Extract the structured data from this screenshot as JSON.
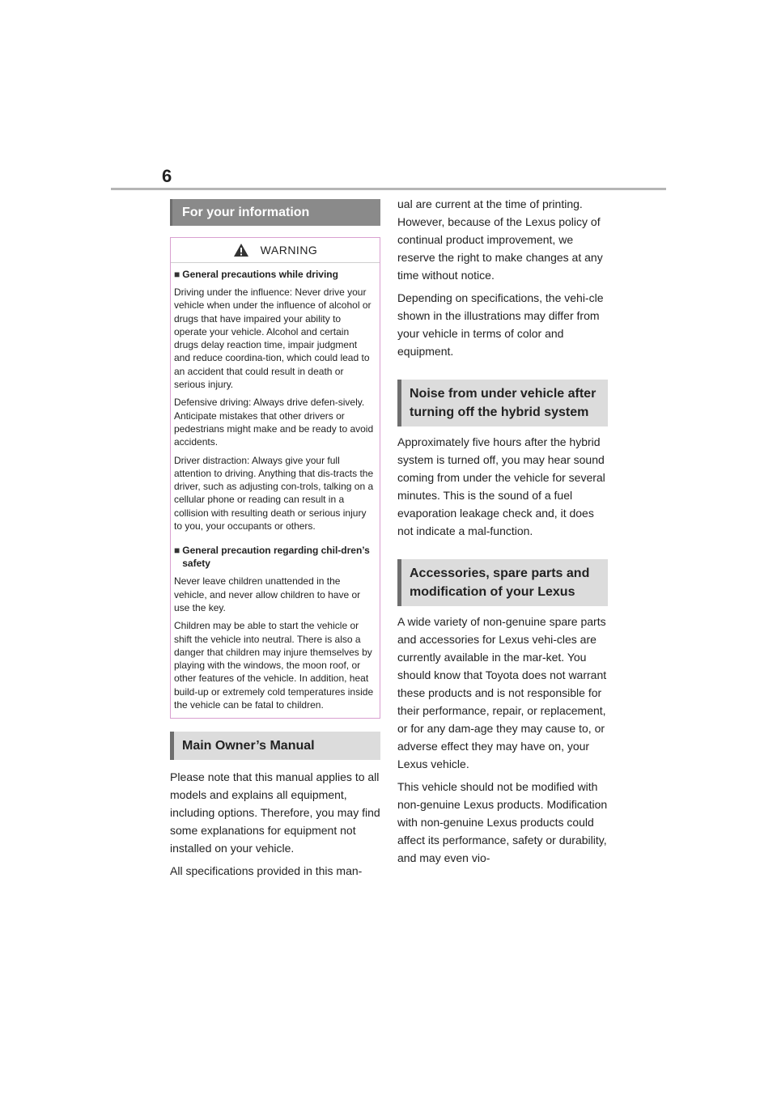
{
  "page": {
    "number": "6"
  },
  "left": {
    "section_title": "For your information",
    "warning": {
      "label": "WARNING",
      "sub1": "General precautions while driving",
      "p1": "Driving under the influence: Never drive your vehicle when under the influence of alcohol or drugs that have impaired your ability to operate your vehicle. Alcohol and certain drugs delay reaction time, impair judgment and reduce coordina-tion, which could lead to an accident that could result in death or serious injury.",
      "p2": "Defensive driving: Always drive defen-sively. Anticipate mistakes that other drivers or pedestrians might make and be ready to avoid accidents.",
      "p3": "Driver distraction: Always give your full attention to driving. Anything that dis-tracts the driver, such as adjusting con-trols, talking on a cellular phone or reading can result in a collision with resulting death or serious injury to you, your occupants or others.",
      "sub2": "General precaution regarding chil-dren’s safety",
      "p4": "Never leave children unattended in the vehicle, and never allow children to have or use the key.",
      "p5": "Children may be able to start the vehicle or shift the vehicle into neutral. There is also a danger that children may injure themselves by playing with the windows, the moon roof, or other features of the vehicle. In addition, heat build-up or extremely cold temperatures inside the vehicle can be fatal to children."
    },
    "manual_title": "Main Owner’s Manual",
    "manual_p1": "Please note that this manual applies to all models and explains all equipment, including options. Therefore, you may find some explanations for equipment not installed on your vehicle.",
    "manual_p2": "All specifications provided in this man-"
  },
  "right": {
    "p1": "ual are current at the time of printing. However, because of the Lexus policy of continual product improvement, we reserve the right to make changes at any time without notice.",
    "p2": "Depending on specifications, the vehi-cle shown in the illustrations may differ from your vehicle in terms of color and equipment.",
    "noise_title": "Noise from under vehicle after turning off the hybrid system",
    "noise_p": "Approximately five hours after the hybrid system is turned off, you may hear sound coming from under the vehicle for several minutes. This is the sound of a fuel evaporation leakage check and, it does not indicate a mal-function.",
    "acc_title": "Accessories, spare parts and modification of your Lexus",
    "acc_p1": "A wide variety of non-genuine spare parts and accessories for Lexus vehi-cles are currently available in the mar-ket. You should know that Toyota does not warrant these products and is not responsible for their performance, repair, or replacement, or for any dam-age they may cause to, or adverse effect they may have on, your Lexus vehicle.",
    "acc_p2": "This vehicle should not be modified with non-genuine Lexus products. Modification with non-genuine Lexus products could affect its performance, safety or durability, and may even vio-"
  }
}
